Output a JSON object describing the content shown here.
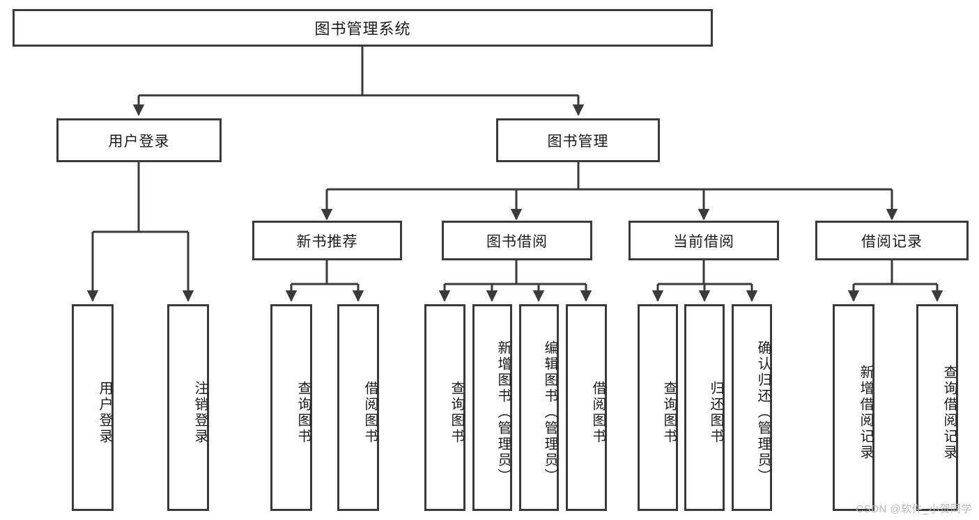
{
  "diagram": {
    "title": "图书管理系统",
    "type": "tree",
    "stroke_color": "#3a3a3a",
    "text_color": "#1b1b1b",
    "background_color": "#ffffff",
    "root": {
      "label": "图书管理系统"
    },
    "level2": [
      {
        "label": "用户登录"
      },
      {
        "label": "图书管理"
      }
    ],
    "level3": [
      {
        "label": "新书推荐"
      },
      {
        "label": "图书借阅"
      },
      {
        "label": "当前借阅"
      },
      {
        "label": "借阅记录"
      }
    ],
    "leaves": {
      "user_login": [
        {
          "label": "用户登录"
        },
        {
          "label": "注销登录"
        }
      ],
      "new_book": [
        {
          "label": "查询图书"
        },
        {
          "label": "借阅图书"
        }
      ],
      "book_borrow": [
        {
          "label": "查询图书"
        },
        {
          "label": "新增图书（管理员）"
        },
        {
          "label": "编辑图书（管理员）"
        },
        {
          "label": "借阅图书"
        }
      ],
      "current_borrow": [
        {
          "label": "查询图书"
        },
        {
          "label": "归还图书"
        },
        {
          "label": "确认归还（管理员）"
        }
      ],
      "borrow_record": [
        {
          "label": "新增借阅记录"
        },
        {
          "label": "查询借阅记录"
        }
      ]
    }
  },
  "watermark": {
    "text": "CSDN @软件_小贺同学"
  }
}
